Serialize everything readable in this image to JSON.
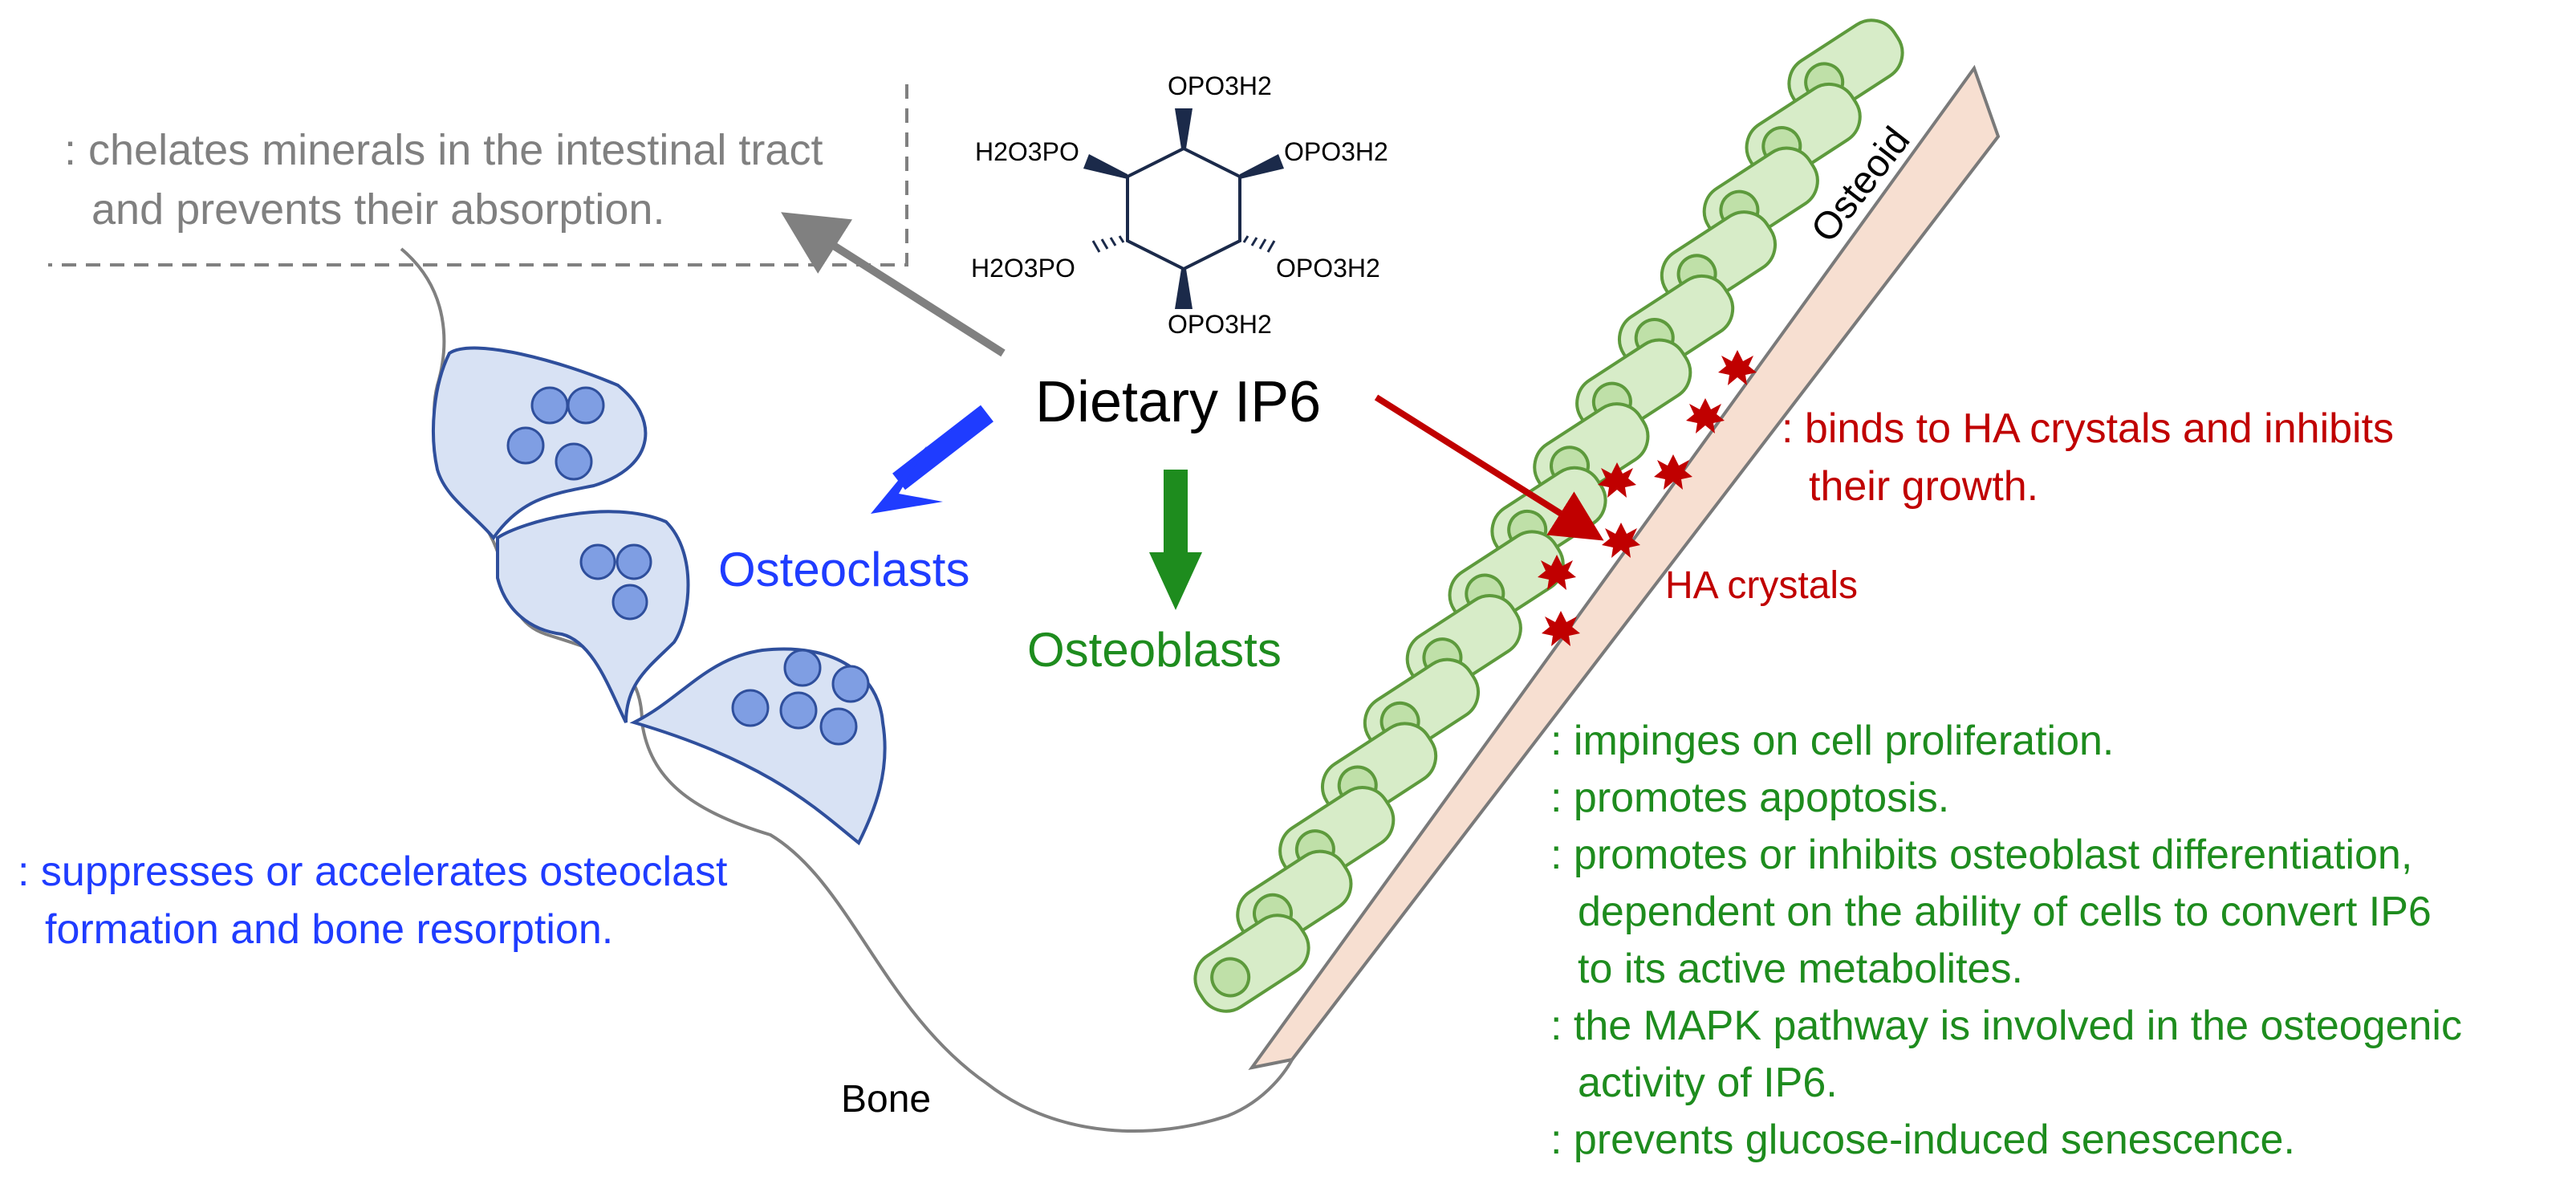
{
  "colors": {
    "gray": "#808080",
    "blue": "#1f3cff",
    "green": "#1e8c1e",
    "red": "#c00000",
    "osteoid_fill": "#f7dfd1",
    "osteoblast_fill": "#d7ecc8",
    "osteoblast_stroke": "#5d9a3c",
    "osteoclast_fill": "#d8e2f4",
    "osteoclast_stroke": "#2f4f9c",
    "nucleus_fill": "#7f9ee3"
  },
  "molecule": {
    "top": "OPO3H2",
    "upper_right": "OPO3H2",
    "lower_right": "OPO3H2",
    "bottom": "OPO3H2",
    "upper_left": "H2O3PO",
    "lower_left": "H2O3PO"
  },
  "center_label": "Dietary IP6",
  "mineral_note": {
    "line1": ": chelates minerals in the intestinal tract",
    "line2": "and prevents their absorption."
  },
  "osteoclasts": {
    "label": "Osteoclasts",
    "note_line1": ": suppresses or accelerates osteoclast",
    "note_line2": "formation and bone resorption."
  },
  "osteoblasts": {
    "label": "Osteoblasts",
    "notes": [
      ": impinges on cell proliferation.",
      ": promotes apoptosis.",
      ": promotes or inhibits osteoblast differentiation,",
      "dependent on the ability of cells to convert IP6",
      "to its active metabolites.",
      ": the MAPK pathway is involved in the osteogenic",
      "activity of IP6.",
      ": prevents glucose-induced senescence."
    ]
  },
  "crystals": {
    "note_line1": ": binds to HA crystals and inhibits",
    "note_line2": "their growth.",
    "label": "HA crystals"
  },
  "osteoid_label": "Osteoid",
  "bone_label": "Bone"
}
